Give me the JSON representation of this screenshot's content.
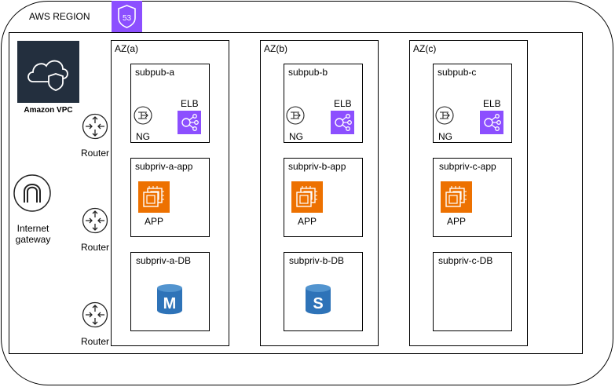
{
  "region": {
    "label": "AWS REGION",
    "route53_icon": "route53-icon",
    "route53_text": "53"
  },
  "vpc": {
    "label": "Amazon VPC",
    "icon": "vpc-icon"
  },
  "gateway": {
    "line1": "Internet",
    "line2": "gateway",
    "icon": "internet-gateway-icon"
  },
  "routers": [
    {
      "label": "Router"
    },
    {
      "label": "Router"
    },
    {
      "label": "Router"
    }
  ],
  "azs": [
    {
      "label": "AZ(a)",
      "public": {
        "label": "subpub-a",
        "ng": "NG",
        "elb": "ELB"
      },
      "app": {
        "label": "subpriv-a-app",
        "app": "APP"
      },
      "db": {
        "label": "subpriv-a-DB",
        "db_letter": "M"
      }
    },
    {
      "label": "AZ(b)",
      "public": {
        "label": "subpub-b",
        "ng": "NG",
        "elb": "ELB"
      },
      "app": {
        "label": "subpriv-b-app",
        "app": "APP"
      },
      "db": {
        "label": "subpriv-b-DB",
        "db_letter": "S"
      }
    },
    {
      "label": "AZ(c)",
      "public": {
        "label": "subpub-c",
        "ng": "NG",
        "elb": "ELB"
      },
      "app": {
        "label": "subpriv-c-app",
        "app": "APP"
      },
      "db": {
        "label": "subpriv-c-DB"
      }
    }
  ],
  "colors": {
    "route53": "#8c4fff",
    "elb": "#8c4fff",
    "ec2": "#ed7100",
    "rds": "#2e73b8",
    "vpc_bg": "#232f3e"
  }
}
